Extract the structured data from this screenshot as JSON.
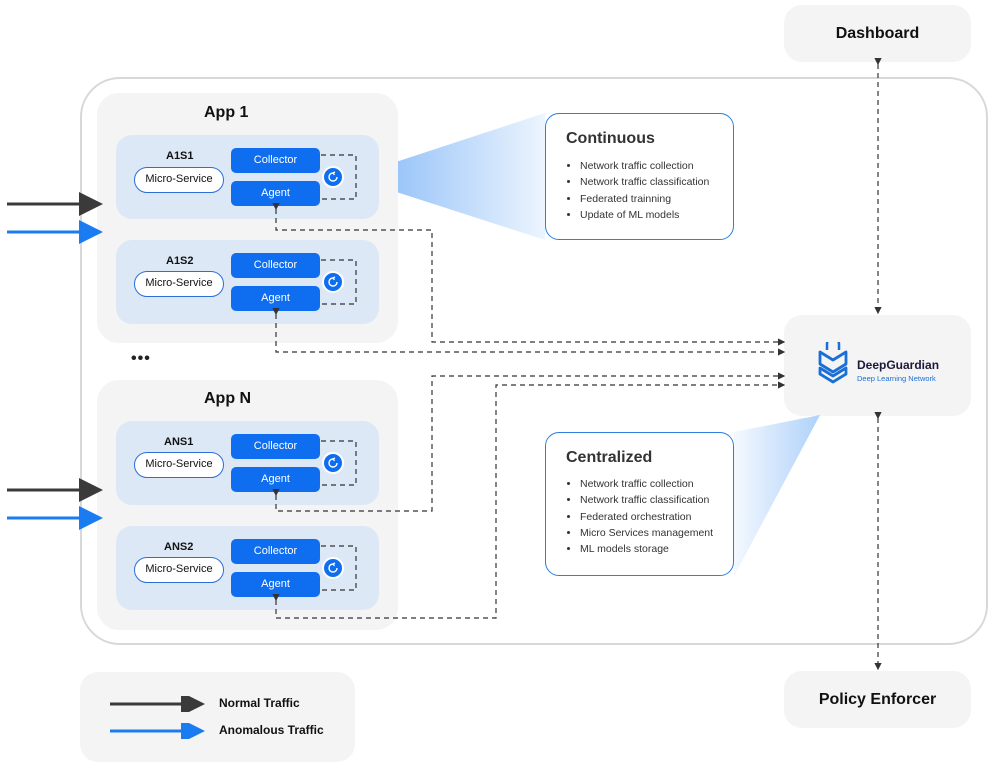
{
  "dashboard": "Dashboard",
  "policy_enforcer": "Policy Enforcer",
  "apps": [
    {
      "title": "App 1",
      "services": [
        {
          "id": "A1S1"
        },
        {
          "id": "A1S2"
        }
      ]
    },
    {
      "title": "App N",
      "services": [
        {
          "id": "ANS1"
        },
        {
          "id": "ANS2"
        }
      ]
    }
  ],
  "service_labels": {
    "micro_service": "Micro-Service",
    "collector": "Collector",
    "agent": "Agent"
  },
  "ellipsis": "•••",
  "continuous": {
    "title": "Continuous",
    "items": [
      "Network traffic collection",
      "Network traffic classification",
      "Federated trainning",
      "Update of ML models"
    ]
  },
  "centralized": {
    "title": "Centralized",
    "items": [
      "Network traffic collection",
      "Network traffic classification",
      "Federated orchestration",
      "Micro Services management",
      "ML models storage"
    ]
  },
  "deepguardian": {
    "name": "DeepGuardian",
    "tagline": "Deep Learning Network"
  },
  "legend": {
    "normal": "Normal Traffic",
    "anomalous": "Anomalous Traffic"
  },
  "colors": {
    "normal": "#3a3a3a",
    "anomalous": "#1a7cf0",
    "accent": "#0f6ef0"
  }
}
